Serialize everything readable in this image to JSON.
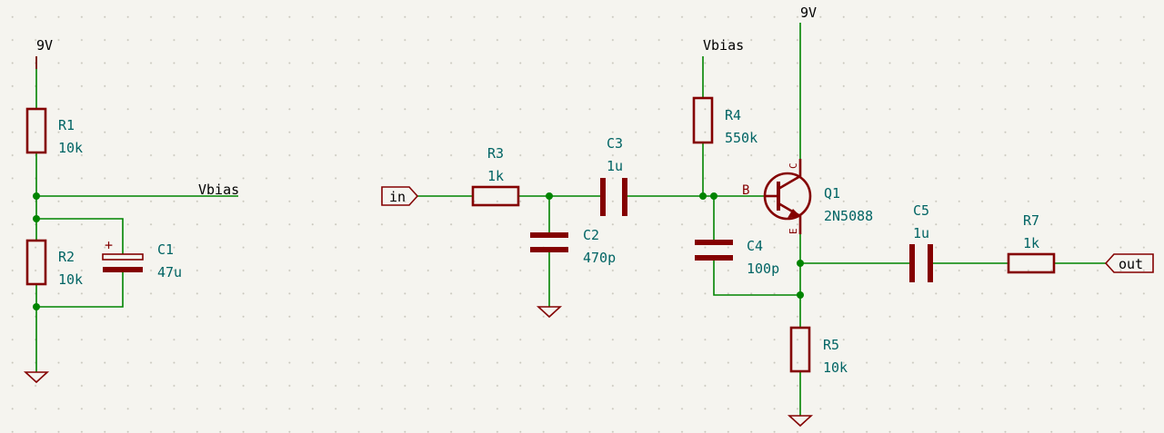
{
  "colors": {
    "background": "#f5f4ef",
    "wire": "#008400",
    "symbol": "#840000",
    "reference": "#006464",
    "label": "#000000"
  },
  "power": {
    "left_supply": "9V",
    "right_supply": "9V",
    "bias_flag": "Vbias"
  },
  "net_labels": {
    "bias_out": "Vbias"
  },
  "ports": {
    "input": "in",
    "output": "out"
  },
  "components": {
    "R1": {
      "ref": "R1",
      "value": "10k"
    },
    "R2": {
      "ref": "R2",
      "value": "10k"
    },
    "C1": {
      "ref": "C1",
      "value": "47u",
      "polarity_mark": "+"
    },
    "R3": {
      "ref": "R3",
      "value": "1k"
    },
    "C2": {
      "ref": "C2",
      "value": "470p"
    },
    "C3": {
      "ref": "C3",
      "value": "1u"
    },
    "R4": {
      "ref": "R4",
      "value": "550k"
    },
    "C4": {
      "ref": "C4",
      "value": "100p"
    },
    "Q1": {
      "ref": "Q1",
      "value": "2N5088",
      "pin_b": "B",
      "pin_c": "C",
      "pin_e": "E"
    },
    "R5": {
      "ref": "R5",
      "value": "10k"
    },
    "C5": {
      "ref": "C5",
      "value": "1u"
    },
    "R7": {
      "ref": "R7",
      "value": "1k"
    }
  }
}
